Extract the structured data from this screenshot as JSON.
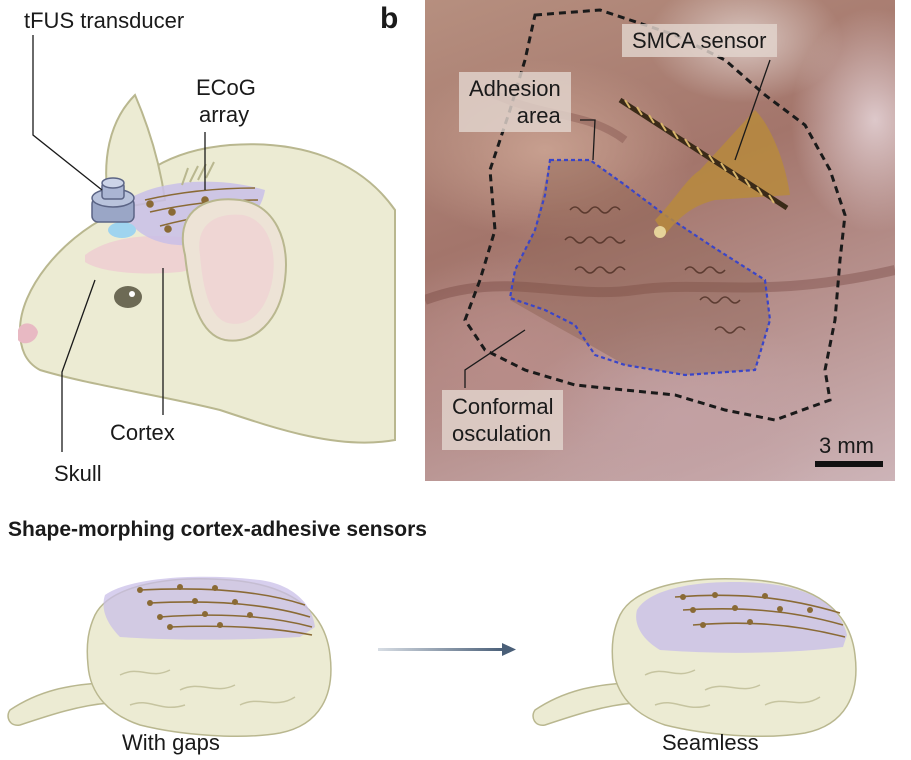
{
  "panel_a": {
    "labels": {
      "transducer": "tFUS transducer",
      "ecog_line1": "ECoG",
      "ecog_line2": "array",
      "cortex": "Cortex",
      "skull": "Skull"
    }
  },
  "panel_b": {
    "letter": "b",
    "labels": {
      "sensor": "SMCA sensor",
      "adhesion_line1": "Adhesion",
      "adhesion_line2": "area",
      "conformal_line1": "Conformal",
      "conformal_line2": "osculation"
    },
    "scale_bar": "3 mm"
  },
  "panel_c": {
    "title": "Shape-morphing cortex-adhesive sensors",
    "left_caption": "With gaps",
    "right_caption": "Seamless"
  },
  "colors": {
    "skin": "#ecebd3",
    "outline": "#b9b78f",
    "sensor_purple": "#c9bfe8",
    "brown_trace": "#8a6a35",
    "dashed_black": "#1a1a1a",
    "dashed_blue": "#3a45c8",
    "arrow": "#4a5f78"
  }
}
